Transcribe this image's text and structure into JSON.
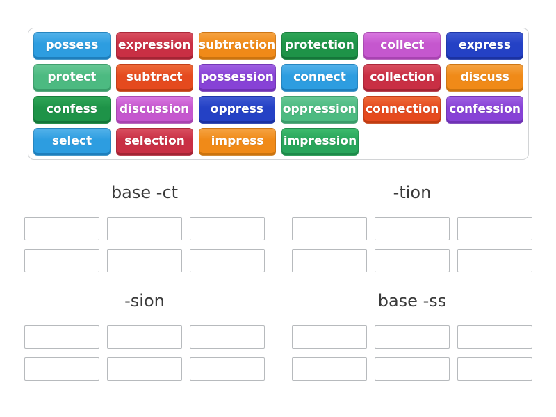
{
  "ui": {
    "page_background": "#ffffff",
    "board_border_color": "#d2d4d6",
    "slot_border_color": "#b7babd",
    "label_text_color": "#3a3a3a",
    "tile_text_color": "#ffffff"
  },
  "palette": {
    "blue": {
      "light": "#53b2ea",
      "base": "#2d9de0",
      "dark": "#1e7fbd"
    },
    "crimson": {
      "light": "#d94f60",
      "base": "#c92f44",
      "dark": "#a32434"
    },
    "orange": {
      "light": "#f5a342",
      "base": "#f08a18",
      "dark": "#cc740e"
    },
    "green": {
      "light": "#2fa658",
      "base": "#1e9348",
      "dark": "#15763a"
    },
    "orchid": {
      "light": "#d978e0",
      "base": "#c557ce",
      "dark": "#a843b1"
    },
    "darkblue": {
      "light": "#3f5ad2",
      "base": "#2441c5",
      "dark": "#1b32a2"
    },
    "seagreen": {
      "light": "#67c795",
      "base": "#4cba81",
      "dark": "#3a9c6a"
    },
    "orangered": {
      "light": "#ee6a39",
      "base": "#e54a1e",
      "dark": "#c13c12"
    },
    "purple": {
      "light": "#9f61e2",
      "base": "#8742d6",
      "dark": "#6f32b4"
    },
    "midgreen": {
      "light": "#3dbb6d",
      "base": "#28a55b",
      "dark": "#1d8a4a"
    }
  },
  "tiles": [
    {
      "word": "possess",
      "color": "blue"
    },
    {
      "word": "expression",
      "color": "crimson"
    },
    {
      "word": "subtraction",
      "color": "orange"
    },
    {
      "word": "protection",
      "color": "green"
    },
    {
      "word": "collect",
      "color": "orchid"
    },
    {
      "word": "express",
      "color": "darkblue"
    },
    {
      "word": "protect",
      "color": "seagreen"
    },
    {
      "word": "subtract",
      "color": "orangered"
    },
    {
      "word": "possession",
      "color": "purple"
    },
    {
      "word": "connect",
      "color": "blue"
    },
    {
      "word": "collection",
      "color": "crimson"
    },
    {
      "word": "discuss",
      "color": "orange"
    },
    {
      "word": "confess",
      "color": "green"
    },
    {
      "word": "discussion",
      "color": "orchid"
    },
    {
      "word": "oppress",
      "color": "darkblue"
    },
    {
      "word": "oppression",
      "color": "seagreen"
    },
    {
      "word": "connection",
      "color": "orangered"
    },
    {
      "word": "confession",
      "color": "purple"
    },
    {
      "word": "select",
      "color": "blue"
    },
    {
      "word": "selection",
      "color": "crimson"
    },
    {
      "word": "impress",
      "color": "orange"
    },
    {
      "word": "impression",
      "color": "midgreen"
    }
  ],
  "groups": [
    {
      "label": "base -ct",
      "slots": 6
    },
    {
      "label": "-tion",
      "slots": 6
    },
    {
      "label": "-sion",
      "slots": 6
    },
    {
      "label": "base -ss",
      "slots": 6
    }
  ]
}
